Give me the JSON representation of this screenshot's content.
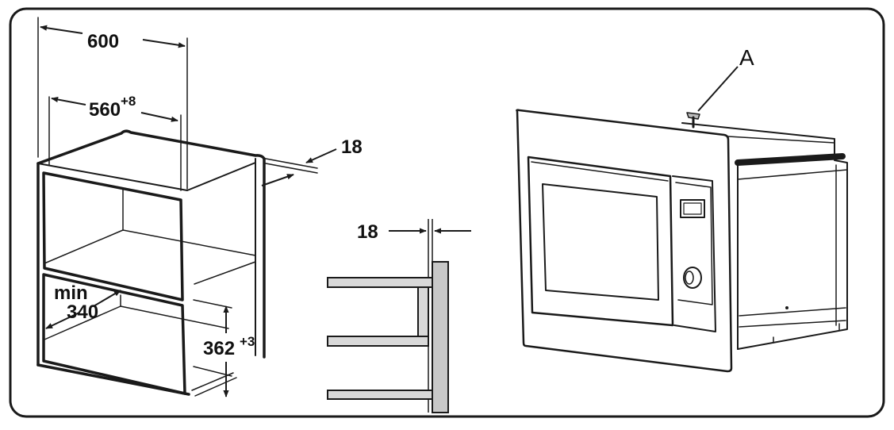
{
  "colors": {
    "line": "#1a1a1a",
    "background": "#ffffff",
    "wall": "#c8c8c8",
    "shelf": "#d9d9d9"
  },
  "left_diagram": {
    "width_outer": "600",
    "width_inner_base": "560",
    "width_inner_tol": "+8",
    "panel_thickness": "18",
    "depth_min_label": "min",
    "depth_min_value": "340",
    "height_base": "362",
    "height_tol": "+3"
  },
  "middle_diagram": {
    "panel_thickness": "18"
  },
  "right_diagram": {
    "part_label": "A"
  }
}
